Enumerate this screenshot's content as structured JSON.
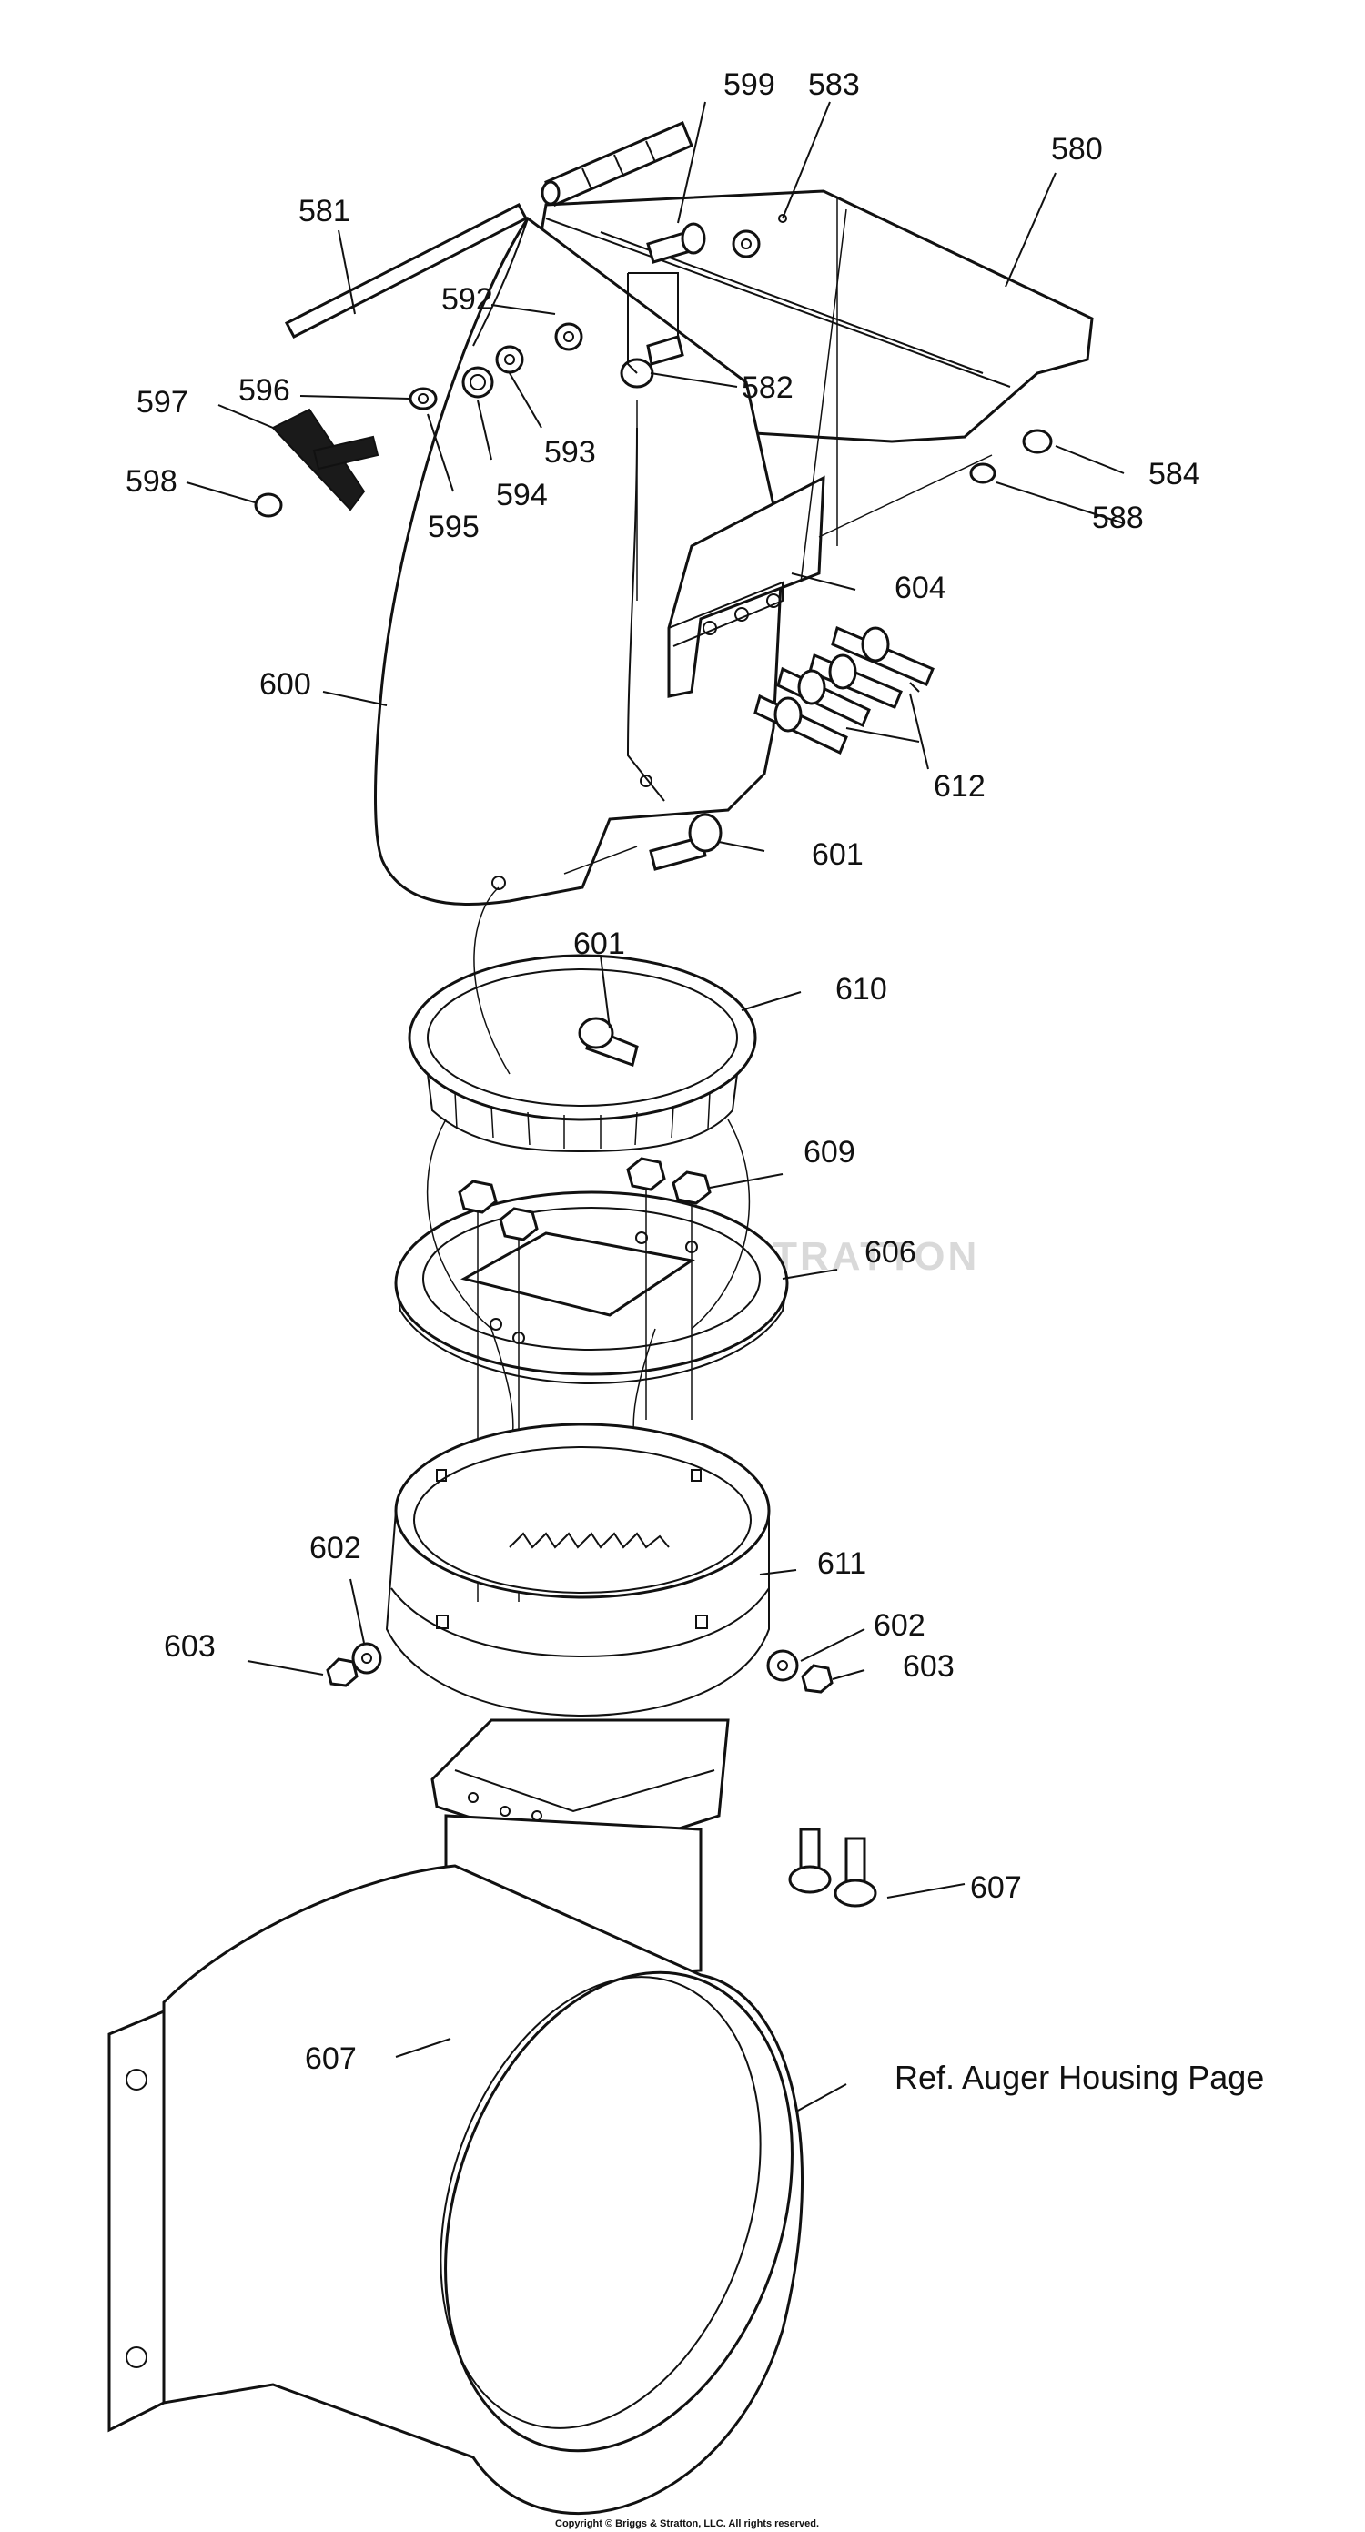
{
  "callouts": {
    "c580": "580",
    "c581": "581",
    "c582": "582",
    "c583": "583",
    "c584": "584",
    "c588": "588",
    "c592": "592",
    "c593": "593",
    "c594": "594",
    "c595": "595",
    "c596": "596",
    "c597": "597",
    "c598": "598",
    "c599": "599",
    "c600": "600",
    "c601a": "601",
    "c601b": "601",
    "c602a": "602",
    "c602b": "602",
    "c603a": "603",
    "c603b": "603",
    "c604": "604",
    "c606": "606",
    "c607a": "607",
    "c607b": "607",
    "c609": "609",
    "c610": "610",
    "c611": "611",
    "c612": "612"
  },
  "reference_note": "Ref. Auger Housing Page",
  "watermark": "BRIGGS & STRATTON",
  "copyright": "Copyright © Briggs & Stratton, LLC. All rights reserved."
}
